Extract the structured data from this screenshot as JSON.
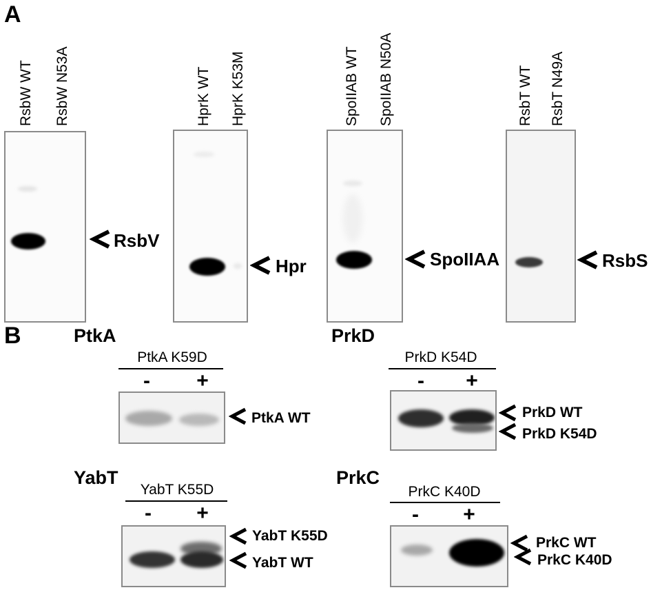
{
  "panel_a": {
    "letter": "A",
    "groups": [
      {
        "lanes": [
          "RsbW WT",
          "RsbW N53A"
        ],
        "marker": "RsbV"
      },
      {
        "lanes": [
          "HprK WT",
          "HprK K53M"
        ],
        "marker": "Hpr"
      },
      {
        "lanes": [
          "SpoIIAB WT",
          "SpoIIAB N50A"
        ],
        "marker": "SpoIIAA"
      },
      {
        "lanes": [
          "RsbT WT",
          "RsbT N49A"
        ],
        "marker": "RsbS"
      }
    ]
  },
  "panel_b": {
    "letter": "B",
    "blots": [
      {
        "title": "PtkA",
        "mutant": "PtkA K59D",
        "minus": "-",
        "plus": "+",
        "markers": [
          "PtkA WT"
        ]
      },
      {
        "title": "PrkD",
        "mutant": "PrkD K54D",
        "minus": "-",
        "plus": "+",
        "markers": [
          "PrkD WT",
          "PrkD K54D"
        ]
      },
      {
        "title": "YabT",
        "mutant": "YabT K55D",
        "minus": "-",
        "plus": "+",
        "markers": [
          "YabT K55D",
          "YabT WT"
        ]
      },
      {
        "title": "PrkC",
        "mutant": "PrkC K40D",
        "minus": "-",
        "plus": "+",
        "markers": [
          "PrkC WT",
          "PrkC K40D"
        ]
      }
    ]
  }
}
